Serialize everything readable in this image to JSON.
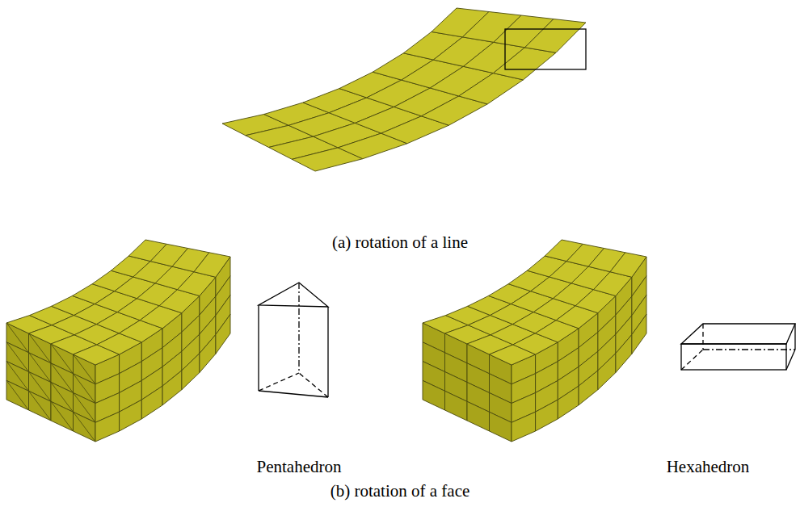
{
  "diagram": {
    "labels": [
      "(a) rotation of a line",
      "Pentahedron",
      "Hexahedron",
      "(b) rotation of a face"
    ]
  }
}
